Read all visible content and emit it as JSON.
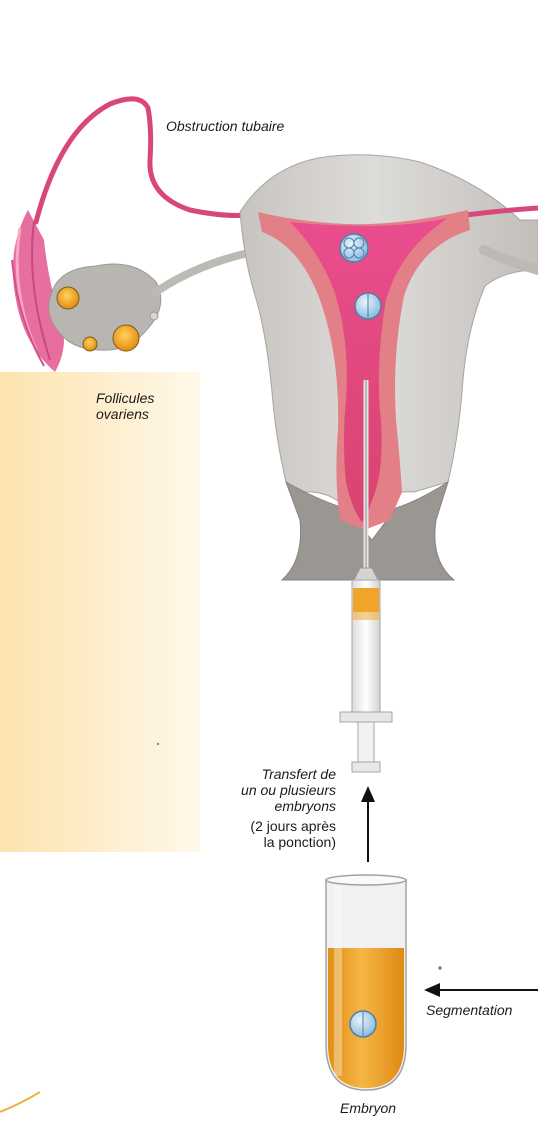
{
  "labels": {
    "obstruction": "Obstruction tubaire",
    "follicules_line1": "Follicules",
    "follicules_line2": "ovariens",
    "transfert_line1": "Transfert de",
    "transfert_line2": "un ou plusieurs",
    "transfert_line3": "embryons",
    "timing_line1": "(2 jours après",
    "timing_line2": "la ponction)",
    "segmentation": "Segmentation",
    "embryon": "Embryon"
  },
  "colors": {
    "uterus_tissue": "#d6d4d1",
    "uterus_shadow": "#bdbab6",
    "endometrium_outer": "#e07a84",
    "endometrium_inner": "#d94f7e",
    "tube_pink": "#d8477a",
    "follicle_orange": "#f3a21c",
    "culture_medium": "#f0a42a",
    "highlight_panel": "#fcecc8",
    "embryo_blue": "#9fc7e6"
  }
}
